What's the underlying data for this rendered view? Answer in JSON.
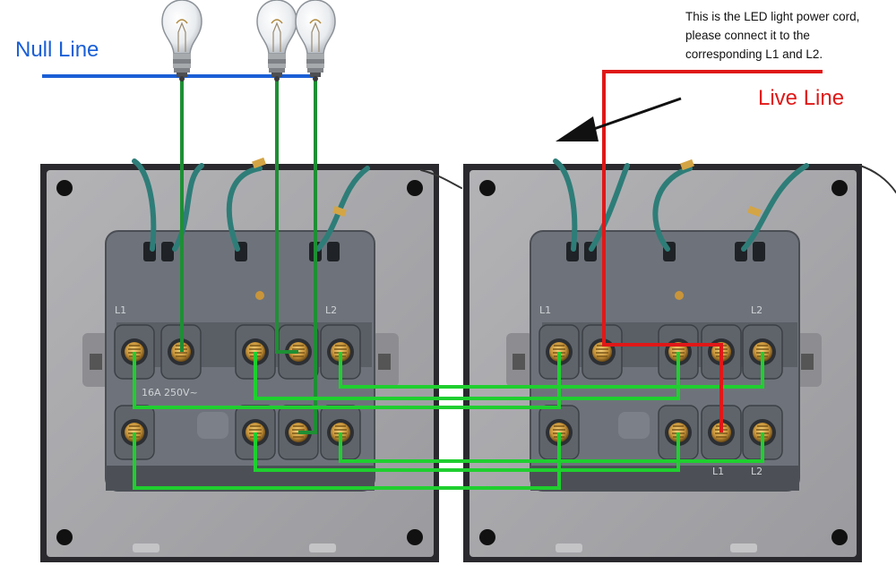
{
  "labels": {
    "null_line": "Null Line",
    "live_line": "Live Line",
    "note": "This is the LED light power cord, please connect it to the corresponding L1 and L2."
  },
  "switch_rating": "16A 250V~",
  "terminal_labels": [
    "L1",
    "L2",
    "L1",
    "L2",
    "L1",
    "L2"
  ],
  "colors": {
    "null_wire": "#1a5fd6",
    "live_wire": "#e01818",
    "switch_wire": "#1fcf2f",
    "lamp_wire": "#1e8f34",
    "panel": "#a5a5a8",
    "frame": "#2a2a2e",
    "module": "#6e737b",
    "brass": "#c9953a",
    "teal_wire": "#2e7d78"
  },
  "icons": [
    "light-bulb-icon",
    "arrow-icon"
  ]
}
